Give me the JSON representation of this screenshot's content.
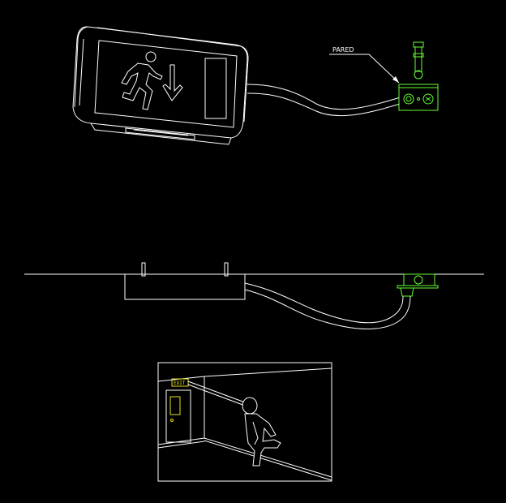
{
  "drawing": {
    "background": "#000000",
    "line_color": "#ffffff",
    "socket_color": "#66ff33",
    "sign_color": "#e8e020",
    "wall_label": "PARED",
    "sign_text": "EXIT",
    "views": [
      "perspective-view",
      "elevation-view",
      "corridor-view"
    ]
  }
}
